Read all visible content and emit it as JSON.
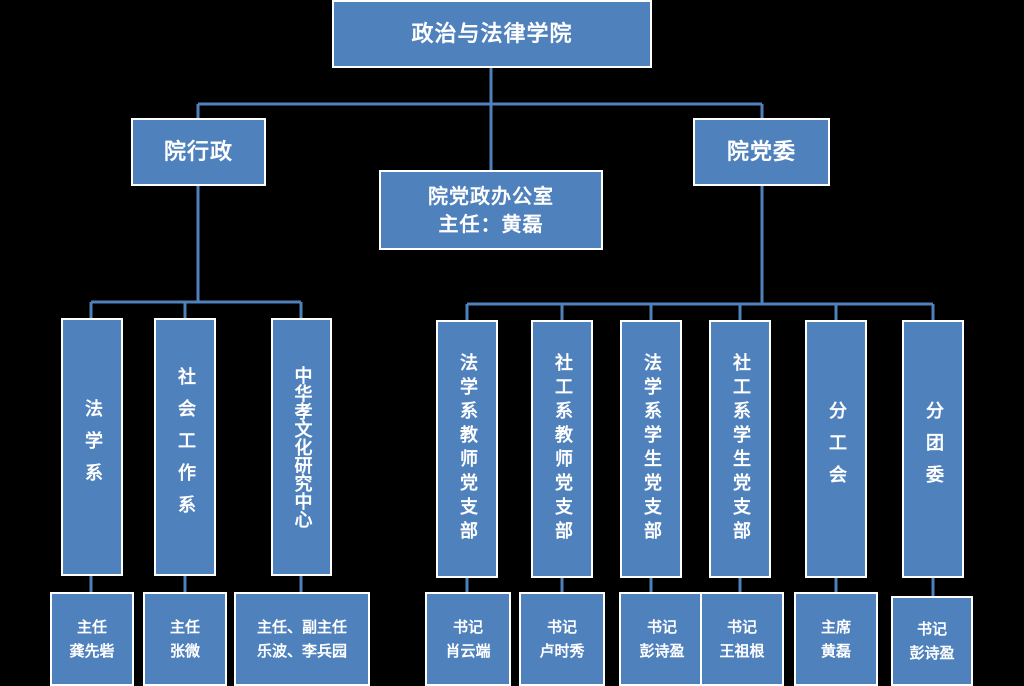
{
  "root": "政治与法律学院",
  "left_branch": "院行政",
  "right_branch": "院党委",
  "office": {
    "line1": "院党政办公室",
    "line2": "主任：黄磊"
  },
  "units": [
    {
      "name": "法学系",
      "role": "主任",
      "person": "龚先砦"
    },
    {
      "name": "社会工作系",
      "role": "主任",
      "person": "张微"
    },
    {
      "name": "中华孝文化研究中心",
      "role": "主任、副主任",
      "person": "乐波、李兵园"
    },
    {
      "name": "法学系教师党支部",
      "role": "书记",
      "person": "肖云端"
    },
    {
      "name": "社工系教师党支部",
      "role": "书记",
      "person": "卢时秀"
    },
    {
      "name": "法学系学生党支部",
      "role": "书记",
      "person": "彭诗盈"
    },
    {
      "name": "社工系学生党支部",
      "role": "书记",
      "person": "王祖根"
    },
    {
      "name": "分工会",
      "role": "主席",
      "person": "黄磊"
    },
    {
      "name": "分团委",
      "role": "书记",
      "person": "彭诗盈"
    }
  ]
}
